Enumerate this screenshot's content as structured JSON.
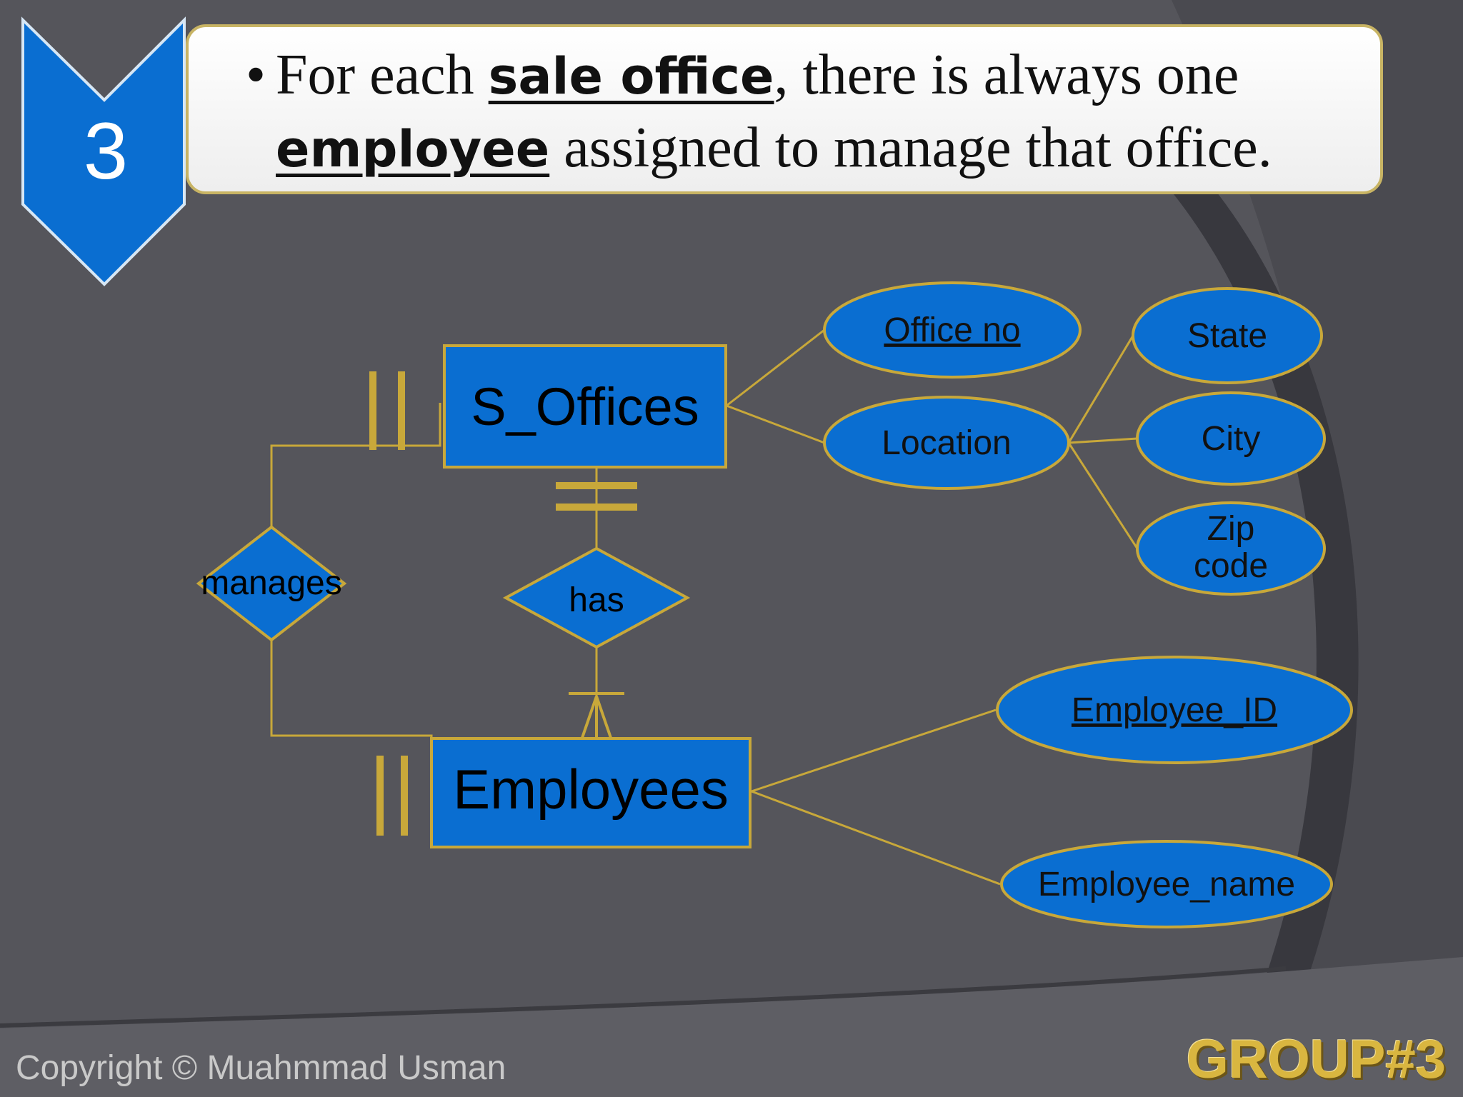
{
  "slide": {
    "step_number": "3",
    "statement": {
      "line1_before": "For each ",
      "line1_keyword": "sale office",
      "line1_after": ", there is always one",
      "line2_keyword": "employee",
      "line2_after": " assigned to manage that office."
    },
    "colors": {
      "background": "#55555b",
      "accent_blue": "#0a6ed1",
      "line_gold": "#c8a83a"
    }
  },
  "diagram": {
    "entities": {
      "s_offices": "S_Offices",
      "employees": "Employees"
    },
    "relationships": {
      "manages": "manages",
      "has": "has"
    },
    "attributes": {
      "office_no": "Office no",
      "location": "Location",
      "state": "State",
      "city": "City",
      "zip_code_line1": "Zip",
      "zip_code_line2": "code",
      "employee_id": "Employee_ID",
      "employee_name": "Employee_name"
    },
    "key_attributes": [
      "Office no",
      "Employee_ID"
    ]
  },
  "footer": {
    "copyright": "Copyright © Muahmmad Usman",
    "group": "GROUP#3"
  }
}
